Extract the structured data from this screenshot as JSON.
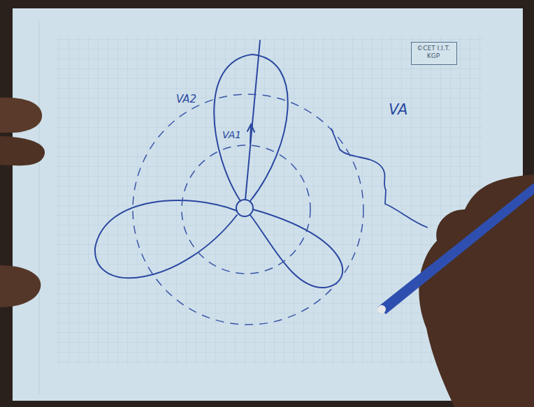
{
  "diagram": {
    "nodes": [
      {
        "text": [
          "©CET I.I.T. KGP"
        ]
      }
    ],
    "labels": [
      "VA2",
      "VA1",
      "VA"
    ]
  }
}
